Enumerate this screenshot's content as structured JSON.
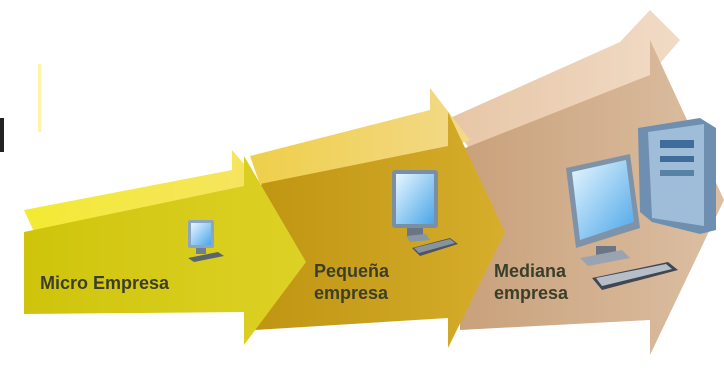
{
  "stages": [
    {
      "label": "Micro Empresa",
      "color": "#d9cf1a",
      "icon": "small-computer-icon"
    },
    {
      "label_line1": "Pequeña",
      "label_line2": "empresa",
      "color": "#c9a21e",
      "icon": "desktop-computer-icon"
    },
    {
      "label_line1": "Mediana",
      "label_line2": "empresa",
      "color": "#d7b99a",
      "icon": "workstation-computer-icon"
    }
  ],
  "colors": {
    "yellow_front": "#d6cc10",
    "yellow_top": "#f2e638",
    "gold_front": "#c8a21a",
    "gold_top": "#e6c83e",
    "tan_front": "#d4b393",
    "tan_top": "#e8cdb2",
    "screen_blue": "#5aa9e6"
  }
}
